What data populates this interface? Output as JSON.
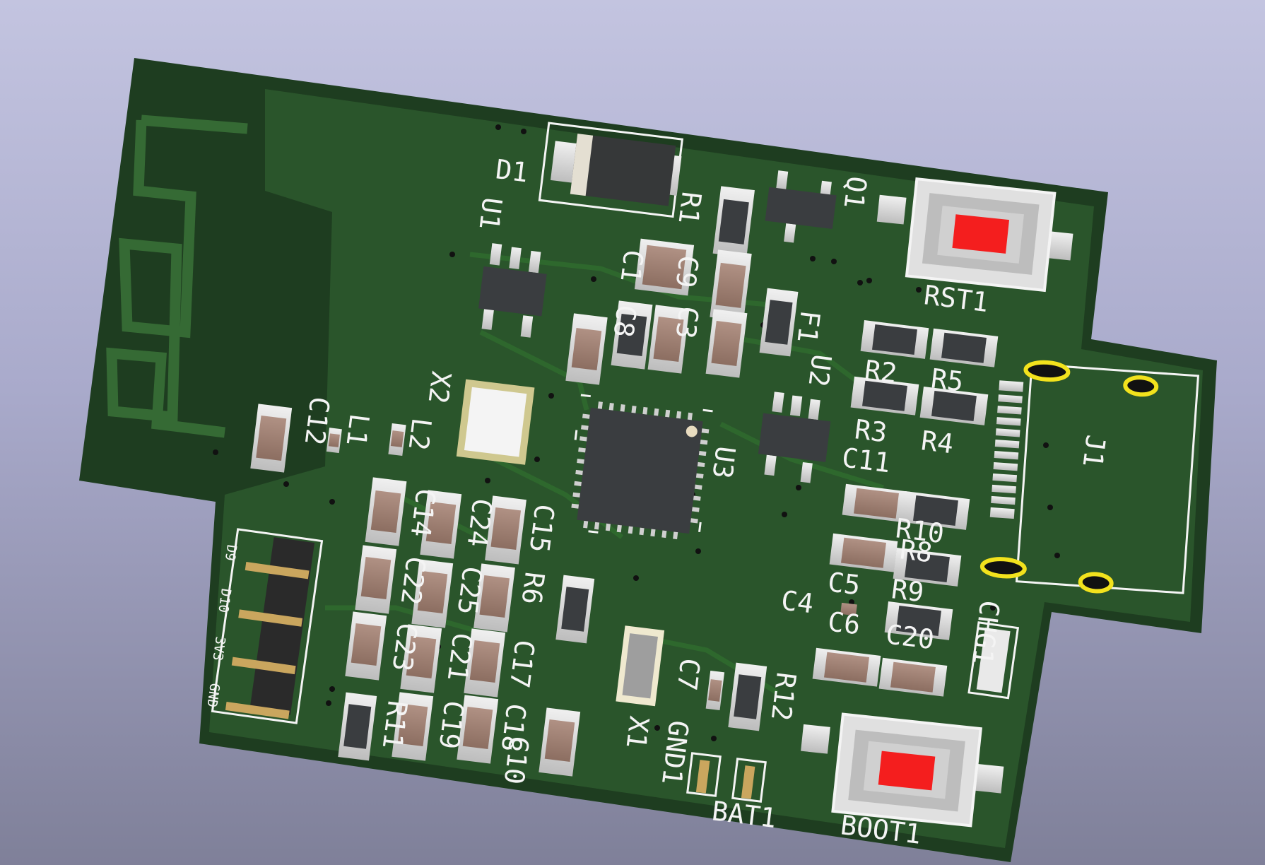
{
  "colors": {
    "background_top": "#c3c4e0",
    "background_bottom": "#7f8099",
    "board_edge": "#1d3a1f",
    "board_fill": "#254d27",
    "copper_pour": "#2f5f2f",
    "silkscreen": "#f4f4f4",
    "pad_silver": "#d6d6d6",
    "ic_body": "#3a3d40",
    "ceramic_cap": "#9a7b6d",
    "button_cap": "#f41e1e",
    "highlight_yellow": "#f2e21d"
  },
  "designators": {
    "D1": "D1",
    "R1": "R1",
    "Q1": "Q1",
    "U1": "U1",
    "RST1": "RST1",
    "C1": "C1",
    "C8": "C8",
    "C9": "C9",
    "C3": "C3",
    "F1": "F1",
    "U2": "U2",
    "R2": "R2",
    "R5": "R5",
    "R3": "R3",
    "R4": "R4",
    "X2": "X2",
    "C12": "C12",
    "L1": "L1",
    "L2": "L2",
    "U3": "U3",
    "C11": "C11",
    "J1": "J1",
    "C14": "C14",
    "C24": "C24",
    "C15": "C15",
    "R10": "R10",
    "R8": "R8",
    "R9": "R9",
    "C22": "C22",
    "C25": "C25",
    "R6": "R6",
    "C5": "C5",
    "C4": "C4",
    "C6": "C6",
    "C20": "C20",
    "CHG1": "CHG1",
    "C23": "C23",
    "C21": "C21",
    "C17": "C17",
    "C7": "C7",
    "R12": "R12",
    "R11": "R11",
    "C19": "C19",
    "C18": "C18",
    "C10": "C10",
    "X1": "X1",
    "GND1": "GND1",
    "BAT1": "BAT1",
    "BOOT1": "BOOT1"
  },
  "header_pins": {
    "pin1": "D9",
    "pin2": "D10",
    "pin3": "3V3",
    "pin4": "GND"
  }
}
